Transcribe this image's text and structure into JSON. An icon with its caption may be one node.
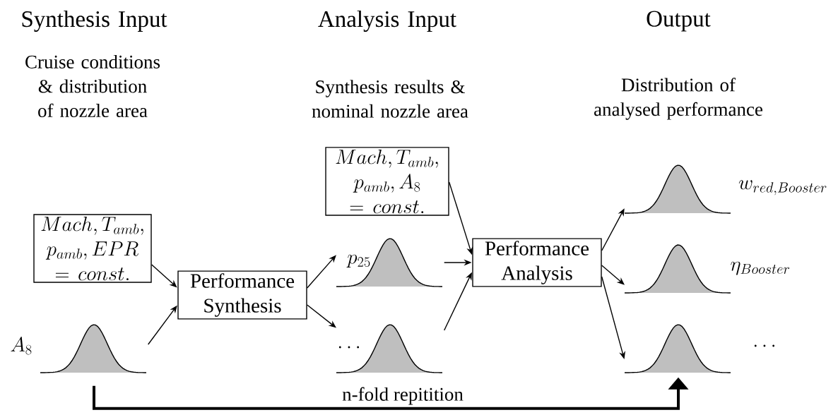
{
  "diagram": {
    "nodes": [
      {
        "text": [
          "Mach, T_{amb},",
          "p_{amb}, EPR",
          "= const."
        ]
      },
      {
        "text": [],
        "shape": "picture",
        "beside": [
          "A_8"
        ]
      },
      {
        "text": [
          "Performance Synthesis"
        ]
      },
      {
        "text": [
          "Mach, T_{amb},",
          "p_{amb}, A_8",
          "= const."
        ]
      },
      {
        "text": [],
        "shape": "picture",
        "beside": [
          "p_{25}"
        ]
      },
      {
        "text": [],
        "shape": "picture",
        "beside": [
          "\\dots"
        ]
      },
      {
        "text": [
          "Performance Analysis"
        ]
      },
      {
        "text": [],
        "shape": "picture",
        "beside": [
          "w_{red,Booster}"
        ]
      },
      {
        "text": [],
        "shape": "picture",
        "beside": [
          "\\eta_{Booster}"
        ]
      },
      {
        "text": [],
        "shape": "picture",
        "beside": [
          "\\dots"
        ]
      }
    ],
    "edges": [
      {
        "from": 0,
        "to": 2,
        "arrow": "to"
      },
      {
        "from": 1,
        "to": 2,
        "arrow": "to"
      },
      {
        "from": 2,
        "to": 4,
        "arrow": "to"
      },
      {
        "from": 2,
        "to": 5,
        "arrow": "to"
      },
      {
        "from": 3,
        "to": 6,
        "arrow": "to"
      },
      {
        "from": 4,
        "to": 6,
        "arrow": "to"
      },
      {
        "from": 5,
        "to": 6,
        "arrow": "to"
      },
      {
        "from": 6,
        "to": 7,
        "arrow": "to"
      },
      {
        "from": 6,
        "to": 8,
        "arrow": "to"
      },
      {
        "from": 6,
        "to": 9,
        "arrow": "to"
      },
      {
        "from": 1,
        "to": 9,
        "arrow": "to",
        "style": "thick",
        "label": "n-fold repitition"
      }
    ],
    "labels": [
      "Synthesis Input",
      "Analysis Input",
      "Output",
      "Cruise conditions & distribution of nozzle area",
      "Synthesis results & nominal nozzle area",
      "Distribution of analysed performance"
    ]
  }
}
